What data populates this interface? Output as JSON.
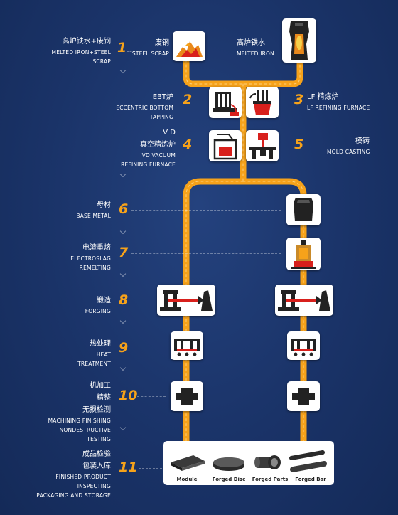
{
  "steps": {
    "s1": {
      "num": "1",
      "cn": "高炉铁水+废钢",
      "en1": "MELTED IRON+STEEL",
      "en2": "SCRAP"
    },
    "steel_scrap": {
      "cn": "废钢",
      "en": "STEEL SCRAP"
    },
    "melted_iron": {
      "cn": "高炉铁水",
      "en": "MELTED IRON"
    },
    "s2": {
      "num": "2",
      "cn": "EBT炉",
      "en1": "ECCENTRIC BOTTOM",
      "en2": "TAPPING"
    },
    "s3": {
      "num": "3",
      "cn": "LF 精炼炉",
      "en": "LF REFINING FURNACE"
    },
    "s4": {
      "num": "4",
      "cn1": "V D",
      "cn2": "真空精炼炉",
      "en1": "VD VACUUM",
      "en2": "REFINING FURNACE"
    },
    "s5": {
      "num": "5",
      "cn": "模铸",
      "en": "MOLD CASTING"
    },
    "s6": {
      "num": "6",
      "cn": "母材",
      "en": "BASE METAL"
    },
    "s7": {
      "num": "7",
      "cn": "电渣重熔",
      "en1": "ELECTROSLAG",
      "en2": "REMELTING"
    },
    "s8": {
      "num": "8",
      "cn": "锻造",
      "en": "FORGING"
    },
    "s9": {
      "num": "9",
      "cn": "热处理",
      "en1": "HEAT",
      "en2": "TREATMENT"
    },
    "s10": {
      "num": "10",
      "cn1": "机加工",
      "cn2": "精整",
      "cn3": "无损检测",
      "en1": "MACHINING FINISHING",
      "en2": "NONDESTRUCTIVE TESTING"
    },
    "s11": {
      "num": "11",
      "cn1": "成品检验",
      "cn2": "包装入库",
      "en1": "FINISHED PRODUCT",
      "en2": "INSPECTING",
      "en3": "PACKAGING AND STORAGE"
    }
  },
  "products": [
    "Module",
    "Forged Disc",
    "Forged Parts",
    "Forged Bar"
  ],
  "colors": {
    "background": "#1a3368",
    "pipe": "#f6a21a",
    "number": "#f6a21a",
    "box": "#ffffff",
    "icon_red": "#d8201c"
  },
  "icons": [
    "steel-scrap-icon",
    "melted-iron-icon",
    "ebt-furnace-icon",
    "lf-furnace-icon",
    "vd-vacuum-icon",
    "mold-casting-icon",
    "base-metal-icon",
    "electroslag-icon",
    "forging-press-icon",
    "heat-treatment-icon",
    "machined-part-icon"
  ]
}
